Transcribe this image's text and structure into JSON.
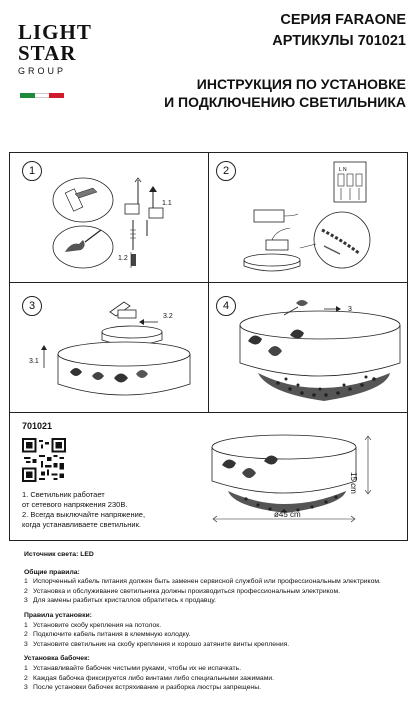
{
  "logo": {
    "line1": "LIGHT",
    "line2": "STAR",
    "line3": "GROUP"
  },
  "flag_colors": [
    "#1f8a3b",
    "#ffffff",
    "#d11a2a"
  ],
  "header": {
    "series": "СЕРИЯ FARAONE",
    "article": "АРТИКУЛЫ 701021",
    "title_line1": "ИНСТРУКЦИЯ ПО УСТАНОВКЕ",
    "title_line2": "И ПОДКЛЮЧЕНИЮ СВЕТИЛЬНИКА"
  },
  "steps": {
    "s1": "1",
    "s2": "2",
    "s3": "3",
    "s4": "4",
    "l11": "1.1",
    "l12": "1.2",
    "l32": "3.2",
    "l31": "3.1",
    "l3": "3"
  },
  "product": {
    "article": "701021",
    "diameter": "ø45 cm",
    "height": "15 cm",
    "note1_l1": "1. Светильник работает",
    "note1_l2": "от сетевого напряжения 230В.",
    "note2_l1": "2. Всегда выключайте напряжение,",
    "note2_l2": "когда устанавливаете светильник."
  },
  "text": {
    "source": "Источник света: LED",
    "general_h": "Общие правила:",
    "general": [
      "Испорченный кабель питания должен быть заменен сервисной службой или профессиональным электриком.",
      "Установка и обслуживание светильника должны производиться профессиональным электриком.",
      "Для замены разбитых кристаллов обратитесь к продавцу."
    ],
    "install_h": "Правила установки:",
    "install": [
      "Установите скобу крепления на потолок.",
      "Подключите кабель питания в клеммную колодку.",
      "Установите светильник на скобу крепления и хорошо затяните винты крепления."
    ],
    "butterfly_h": "Установка бабочек:",
    "butterfly": [
      "Устанавливайте бабочек чистыми руками, чтобы их не испачкать.",
      "Каждая бабочка фиксируется либо винтами либо специальными зажимами.",
      "После установки бабочек встряхивание и разборка люстры запрещены."
    ]
  }
}
